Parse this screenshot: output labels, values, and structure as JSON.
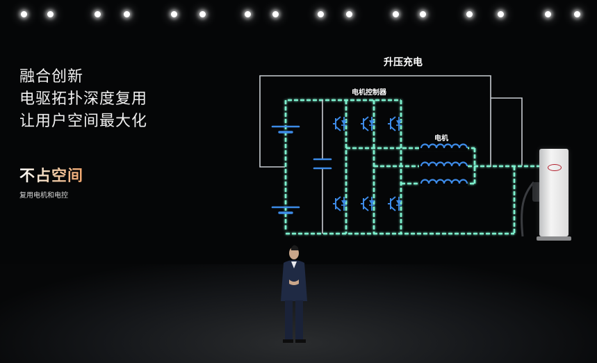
{
  "headline": {
    "lines": [
      "融合创新",
      "电驱拓扑深度复用",
      "让用户空间最大化"
    ]
  },
  "feature": {
    "title": "不占空间",
    "caption": "复用电机和电控"
  },
  "diagram": {
    "title": "升压充电",
    "controller_label": "电机控制器",
    "motor_label": "电机",
    "flow_color": "#7ef2cf",
    "wire_color": "#c9cdd3",
    "component_color": "#3d8be8"
  },
  "icons": {
    "charger": "ev-charging-station-icon",
    "transistor": "igbt-transistor-icon",
    "coil": "inductor-coil-icon",
    "battery": "battery-icon",
    "capacitor": "capacitor-icon"
  }
}
